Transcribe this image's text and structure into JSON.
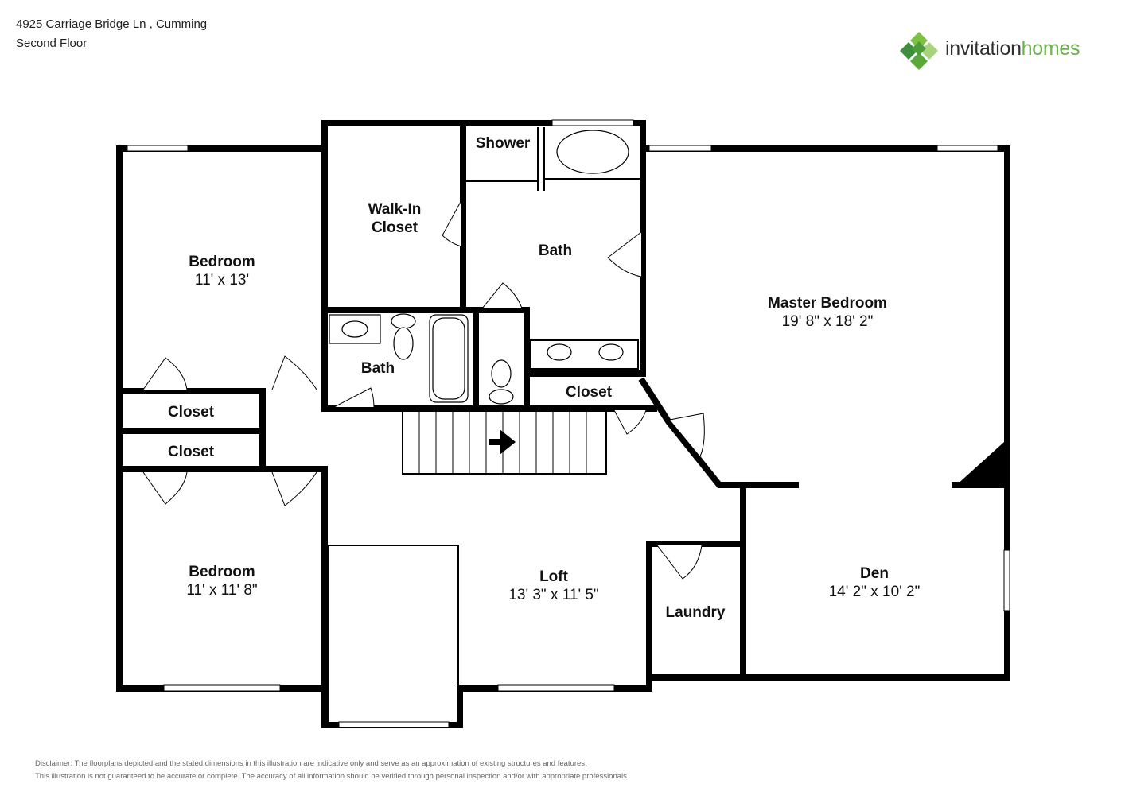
{
  "header": {
    "address": "4925 Carriage Bridge Ln , Cumming",
    "floor": "Second Floor"
  },
  "logo": {
    "word1": "invitation",
    "word2": "homes",
    "colors": [
      "#7cc142",
      "#3c8f3e",
      "#a6d37c"
    ]
  },
  "rooms": {
    "bedroom1": {
      "name": "Bedroom",
      "dims": "11' x 13'"
    },
    "walkin": {
      "line1": "Walk-In",
      "line2": "Closet"
    },
    "shower": {
      "name": "Shower"
    },
    "bath_master": {
      "name": "Bath"
    },
    "master": {
      "name": "Master Bedroom",
      "dims": "19' 8\" x 18' 2\""
    },
    "bath_hall": {
      "name": "Bath"
    },
    "closet_master": {
      "name": "Closet"
    },
    "closet1": {
      "name": "Closet"
    },
    "closet2": {
      "name": "Closet"
    },
    "bedroom2": {
      "name": "Bedroom",
      "dims": "11' x 11' 8\""
    },
    "loft": {
      "name": "Loft",
      "dims": "13' 3\" x 11' 5\""
    },
    "laundry": {
      "name": "Laundry"
    },
    "den": {
      "name": "Den",
      "dims": "14' 2\" x 10' 2\""
    }
  },
  "disclaimer": {
    "line1": "Disclaimer: The floorplans depicted and the stated dimensions in this illustration are indicative only and serve as an approximation of existing structures and features.",
    "line2": "This illustration is not guaranteed to be accurate or complete. The accuracy of all information should be verified through personal inspection and/or with appropriate professionals."
  }
}
